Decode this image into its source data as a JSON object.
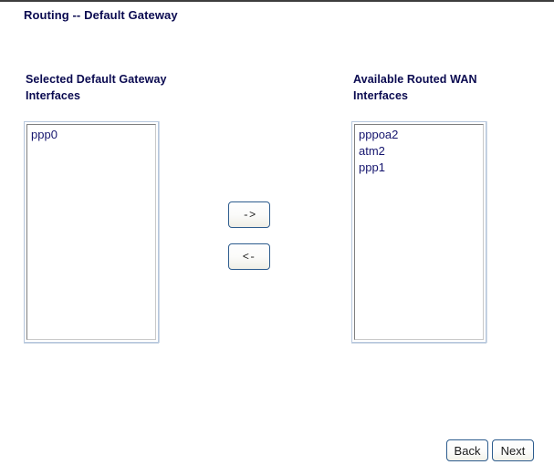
{
  "page": {
    "title": "Routing -- Default Gateway"
  },
  "columns": {
    "selected": {
      "heading_line1": "Selected Default Gateway",
      "heading_line2": "Interfaces",
      "items": [
        "ppp0"
      ]
    },
    "available": {
      "heading_line1": "Available Routed WAN",
      "heading_line2": "Interfaces",
      "items": [
        "pppoa2",
        "atm2",
        "ppp1"
      ]
    }
  },
  "transfer_buttons": {
    "to_right_label": "->",
    "to_left_label": "<-"
  },
  "navigation": {
    "back_label": "Back",
    "next_label": "Next"
  },
  "colors": {
    "heading_text": "#0a0a50",
    "option_text": "#15156e",
    "button_border": "#2d5c8e",
    "listbox_border": "#b6c7dd"
  }
}
